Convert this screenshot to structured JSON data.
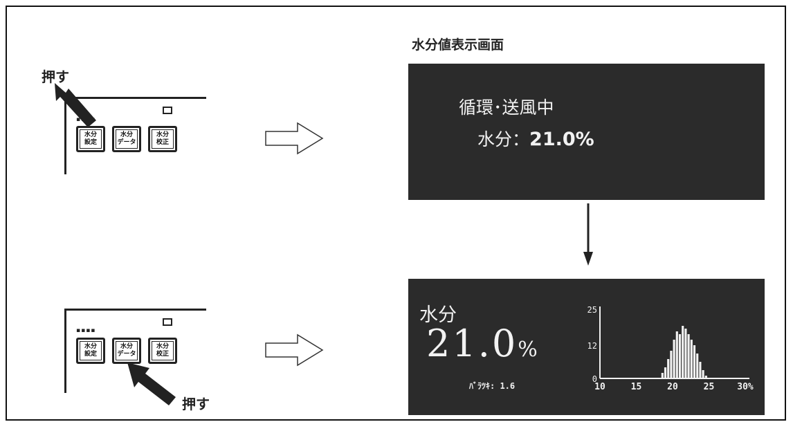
{
  "labels": {
    "push_top": "押す",
    "push_bottom": "押す",
    "screen_title": "水分値表示画面"
  },
  "buttons": [
    {
      "label": "水分設定",
      "line1": "水分",
      "line2": "設定"
    },
    {
      "label": "水分データ",
      "line1": "水分",
      "line2": "データ"
    },
    {
      "label": "水分校正",
      "line1": "水分",
      "line2": "校正"
    }
  ],
  "led_indicator": "▪▪▪▪",
  "screen1": {
    "status": "循環･送風中",
    "moisture_label": "水分",
    "moisture_sep": "：",
    "moisture_value": "21.0%"
  },
  "screen2": {
    "moisture_label": "水分",
    "value": "21.0",
    "unit": "%",
    "variation": "ﾊﾞﾗﾂｷ: 1.6"
  },
  "chart_data": {
    "type": "bar",
    "ylim": [
      0,
      25
    ],
    "yticks": [
      "25",
      "12",
      "0"
    ],
    "xticks": [
      "10",
      "15",
      "20",
      "25",
      "30%"
    ],
    "xlim": [
      10,
      30
    ],
    "x": [
      18.6,
      19.0,
      19.4,
      19.8,
      20.2,
      20.6,
      21.0,
      21.4,
      21.8,
      22.2,
      22.6,
      23.0,
      23.4,
      23.8,
      24.2,
      24.6
    ],
    "values": [
      2,
      4,
      7,
      10,
      14,
      17,
      16,
      19,
      18,
      16,
      14,
      12,
      9,
      6,
      3,
      1
    ]
  },
  "colors": {
    "screen_bg": "#2b2b2b",
    "screen_text": "#f2f2f2",
    "line": "#222222"
  }
}
